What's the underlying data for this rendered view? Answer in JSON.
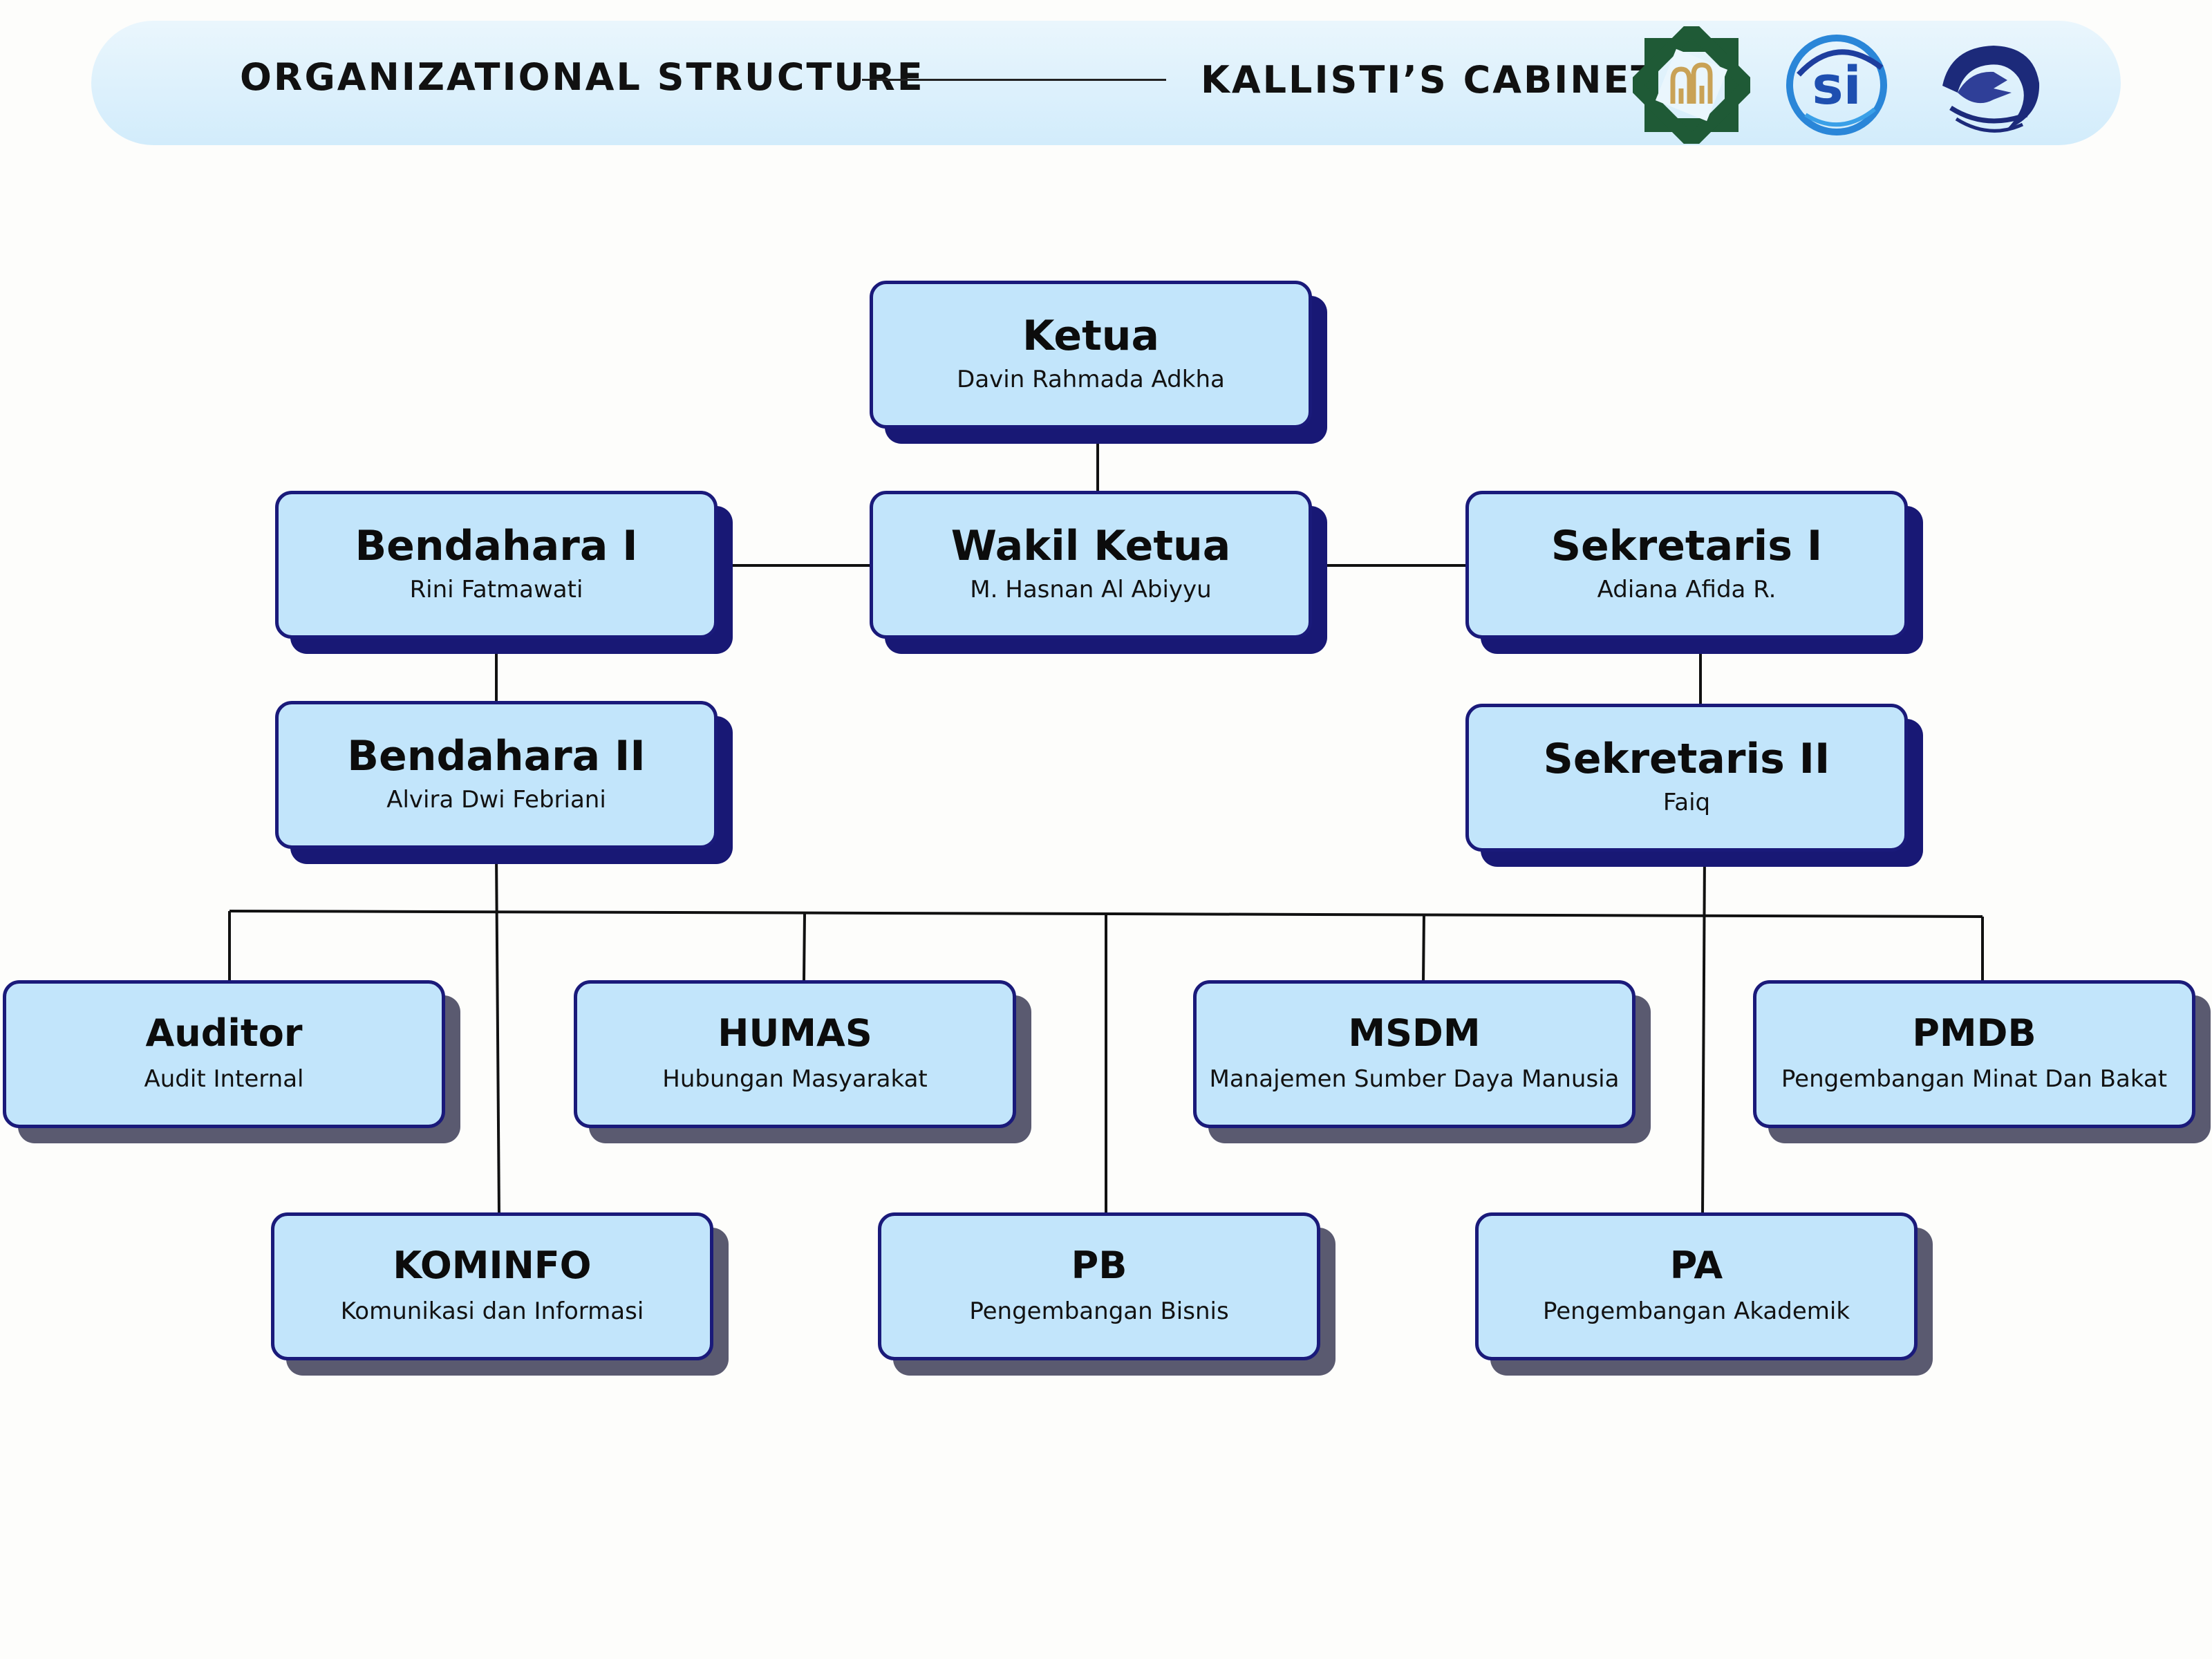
{
  "header": {
    "title": "ORGANIZATIONAL STRUCTURE",
    "cabinet": "KALLISTI’S CABINET",
    "logos": [
      "uin-logo-icon",
      "si-logo-icon",
      "wolf-logo-icon"
    ],
    "logo_si_text": "si"
  },
  "colors": {
    "box_fill": "#c2e5fb",
    "box_border": "#1a1a7a",
    "shadow_leadership": "#181875",
    "shadow_department": "#5a5a70",
    "header_bg": "#d2ecfb"
  },
  "leadership": {
    "ketua": {
      "role": "Ketua",
      "name": "Davin Rahmada Adkha"
    },
    "wakil_ketua": {
      "role": "Wakil Ketua",
      "name": "M. Hasnan Al Abiyyu"
    },
    "bendahara_1": {
      "role": "Bendahara I",
      "name": "Rini Fatmawati"
    },
    "bendahara_2": {
      "role": "Bendahara II",
      "name": "Alvira Dwi Febriani"
    },
    "sekretaris_1": {
      "role": "Sekretaris I",
      "name": "Adiana Afida R."
    },
    "sekretaris_2": {
      "role": "Sekretaris II",
      "name": "Faiq"
    }
  },
  "departments": {
    "auditor": {
      "code": "Auditor",
      "full": "Audit Internal"
    },
    "humas": {
      "code": "HUMAS",
      "full": "Hubungan Masyarakat"
    },
    "msdm": {
      "code": "MSDM",
      "full": "Manajemen Sumber Daya Manusia"
    },
    "pmdb": {
      "code": "PMDB",
      "full": "Pengembangan Minat Dan Bakat"
    },
    "kominfo": {
      "code": "KOMINFO",
      "full": "Komunikasi dan Informasi"
    },
    "pb": {
      "code": "PB",
      "full": "Pengembangan Bisnis"
    },
    "pa": {
      "code": "PA",
      "full": "Pengembangan Akademik"
    }
  }
}
